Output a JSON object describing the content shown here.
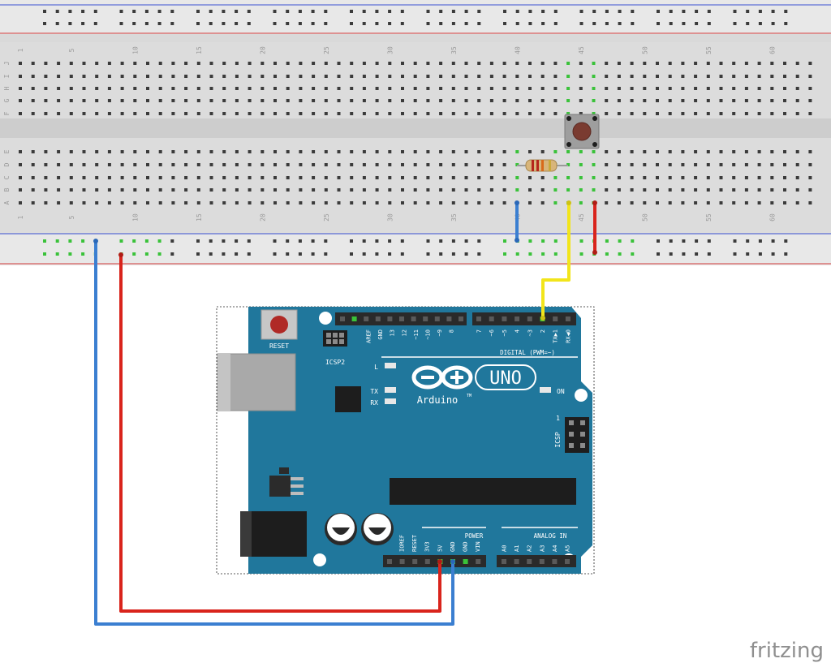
{
  "breadboard": {
    "row_labels_top": [
      "J",
      "I",
      "H",
      "G",
      "F"
    ],
    "row_labels_bottom": [
      "E",
      "D",
      "C",
      "B",
      "A"
    ],
    "column_numbers": [
      "1",
      "5",
      "10",
      "15",
      "20",
      "25",
      "30",
      "35",
      "40",
      "45",
      "50",
      "55",
      "60"
    ]
  },
  "arduino": {
    "brand": "Arduino",
    "trademark": "TM",
    "model": "UNO",
    "reset_label": "RESET",
    "icsp2_label": "ICSP2",
    "icsp_label": "ICSP",
    "icsp_pin1": "1",
    "led_l": "L",
    "led_tx": "TX",
    "led_rx": "RX",
    "led_on": "ON",
    "digital_label": "DIGITAL (PWM=~)",
    "power_label": "POWER",
    "analog_label": "ANALOG IN",
    "digital_pins_left": [
      "AREF",
      "GND",
      "13",
      "12",
      "~11",
      "~10",
      "~9",
      "8"
    ],
    "digital_pins_right": [
      "7",
      "~6",
      "~5",
      "4",
      "~3",
      "2",
      "TX▶1",
      "RX◀0"
    ],
    "power_pins": [
      "IOREF",
      "RESET",
      "3V3",
      "5V",
      "GND",
      "GND",
      "VIN"
    ],
    "analog_pins": [
      "A0",
      "A1",
      "A2",
      "A3",
      "A4",
      "A5"
    ]
  },
  "wires": [
    {
      "name": "5v-wire",
      "color": "#d9241c"
    },
    {
      "name": "gnd-wire",
      "color": "#3b7fd1"
    },
    {
      "name": "signal-wire",
      "color": "#f2e51b"
    }
  ],
  "colors": {
    "board": "#20779c",
    "breadboard": "#dedede",
    "connected_hole": "#3ac23a",
    "rail_red": "#d23a3a",
    "rail_blue": "#3a4fd2"
  },
  "watermark": "fritzing"
}
